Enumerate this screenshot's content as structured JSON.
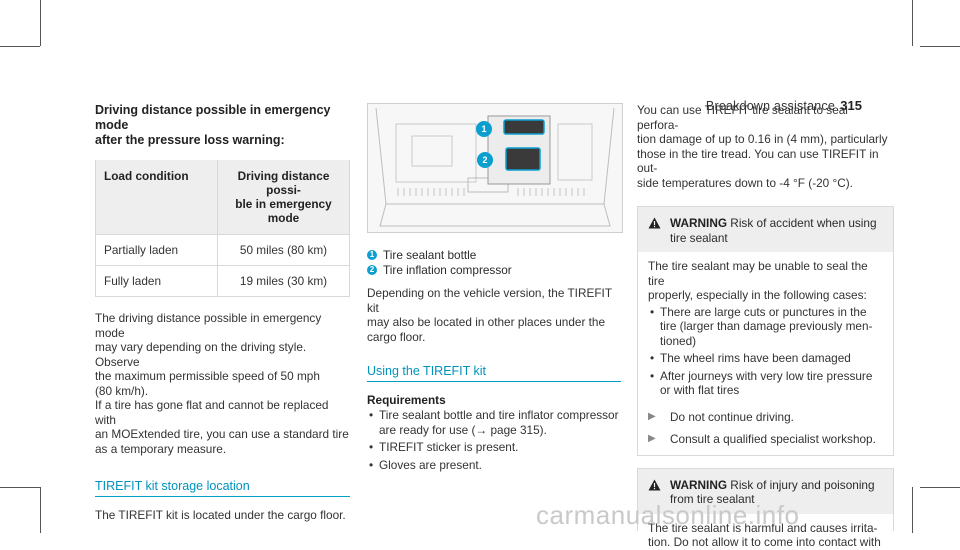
{
  "header": {
    "running_head": "Breakdown assistance",
    "page_number": "315"
  },
  "col1": {
    "title_line1": "Driving distance possible in emergency mode",
    "title_line2": "after the pressure loss warning:",
    "table": {
      "head_col1": "Load condition",
      "head_col2_line1": "Driving distance possi-",
      "head_col2_line2": "ble in emergency mode",
      "rows": [
        {
          "condition": "Partially laden",
          "distance": "50 miles (80 km)"
        },
        {
          "condition": "Fully laden",
          "distance": "19 miles (30 km)"
        }
      ]
    },
    "para1": [
      "The driving distance possible in emergency mode",
      "may vary depending on the driving style. Observe",
      "the maximum permissible speed of 50 mph",
      "(80 km/h)."
    ],
    "para2": [
      "If a tire has gone flat and cannot be replaced with",
      "an MOExtended tire, you can use a standard tire",
      "as a temporary measure."
    ],
    "section_title": "TIREFIT kit storage location",
    "section_text": "The TIREFIT kit is located under the cargo floor."
  },
  "col2": {
    "legend": [
      {
        "num": "1",
        "text": "Tire sealant bottle"
      },
      {
        "num": "2",
        "text": "Tire inflation compressor"
      }
    ],
    "para": [
      "Depending on the vehicle version, the TIREFIT kit",
      "may also be located in other places under the",
      "cargo floor."
    ],
    "section_title": "Using the TIREFIT kit",
    "requirements_title": "Requirements",
    "requirements": [
      [
        "Tire sealant bottle and tire inflator compressor",
        "are ready for use (→ page 315)."
      ],
      [
        "TIREFIT sticker is present."
      ],
      [
        "Gloves are present."
      ]
    ]
  },
  "col3": {
    "intro": [
      "You can use TIREFIT tire sealant to seal perfora-",
      "tion damage of up to 0.16 in (4 mm), particularly",
      "those in the tire tread. You can use TIREFIT in out-",
      "side temperatures down to -4 °F (-20 °C)."
    ],
    "warning1": {
      "label": "WARNING",
      "title_rest": " Risk of accident when using",
      "title_line2": "tire sealant",
      "body": [
        "The tire sealant may be unable to seal the tire",
        "properly, especially in the following cases:"
      ],
      "bullets": [
        [
          "There are large cuts or punctures in the",
          "tire (larger than damage previously men-",
          "tioned)"
        ],
        [
          "The wheel rims have been damaged"
        ],
        [
          "After journeys with very low tire pressure",
          "or with flat tires"
        ]
      ],
      "actions": [
        "Do not continue driving.",
        "Consult a qualified specialist workshop."
      ]
    },
    "warning2": {
      "label": "WARNING",
      "title_rest": " Risk of injury and poisoning",
      "title_line2": "from tire sealant",
      "body": [
        "The tire sealant is harmful and causes irrita-",
        "tion. Do not allow it to come into contact with"
      ]
    }
  },
  "watermark": "carmanualsonline.info",
  "colors": {
    "accent": "#0093bd",
    "badge": "#0b9fd0",
    "shade": "#eeeeee"
  }
}
